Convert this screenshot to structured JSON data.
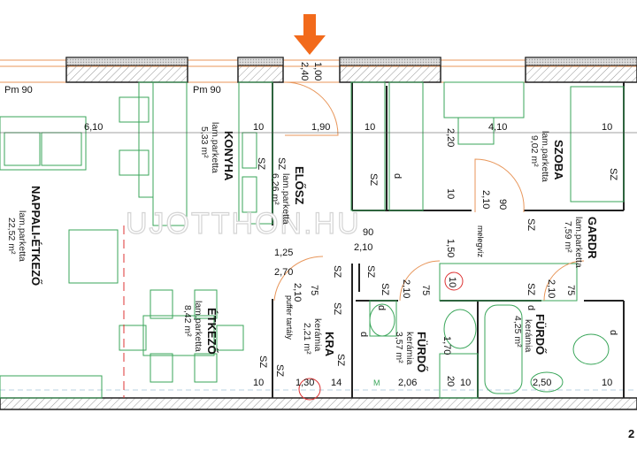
{
  "watermark": "UJOTTHON.HU",
  "rooms": [
    {
      "name": "NAPPALI-ÉTKEZŐ",
      "material": "lam.parketta",
      "area": "22,52 m²"
    },
    {
      "name": "KONYHA",
      "material": "lam.parketta",
      "area": "5,33 m²"
    },
    {
      "name": "ELŐSZ",
      "material": "lam.parketta",
      "area": "6,26 m²"
    },
    {
      "name": "SZOBA",
      "material": "lam.parketta",
      "area": "9,02 m²"
    },
    {
      "name": "GARDR",
      "material": "lam.parketta",
      "area": "7,59 m²"
    },
    {
      "name": "ÉTKEZŐ",
      "material": "lam.parketta",
      "area": "8,42 m²"
    },
    {
      "name": "KRA",
      "material": "kerámia",
      "area": "2,21 m²"
    },
    {
      "name": "FÜRDŐ",
      "material": "kerámia",
      "area": "3,57 m²"
    },
    {
      "name": "FÜRDŐ",
      "material": "kerámia",
      "area": "4,25 m²"
    }
  ],
  "labels": {
    "pm1": "Pm 90",
    "pm2": "Pm 90",
    "d610": "6,10",
    "d10a": "10",
    "d190": "1,90",
    "d10b": "10",
    "d220": "2,20",
    "d410": "4,10",
    "d10c": "10",
    "d240": "2,40",
    "d100": "1,00",
    "d10d": "10",
    "d210a": "2,10",
    "d90a": "90",
    "d90b": "90",
    "d210b": "2,10",
    "d150": "1,50",
    "melegviz": "melegvíz",
    "d125": "1,25",
    "d270": "2,70",
    "d210c": "2,10",
    "d75a": "75",
    "puffer": "puffer tartály",
    "d210d": "2,10",
    "d75b": "75",
    "d10e": "10",
    "d210e": "2,10",
    "d75c": "75",
    "d10f": "10",
    "d130": "1,30",
    "d14": "14",
    "d206": "2,06",
    "d170": "1,70",
    "d20": "20",
    "d10g": "10",
    "d250": "2,50",
    "d10h": "10",
    "m": "M",
    "corner": "2",
    "sz": "SZ",
    "d": "d"
  },
  "colors": {
    "arrow": "#f26a1b",
    "furniture": "#3aa65a",
    "door": "#e8965a",
    "wall": "#222222"
  }
}
